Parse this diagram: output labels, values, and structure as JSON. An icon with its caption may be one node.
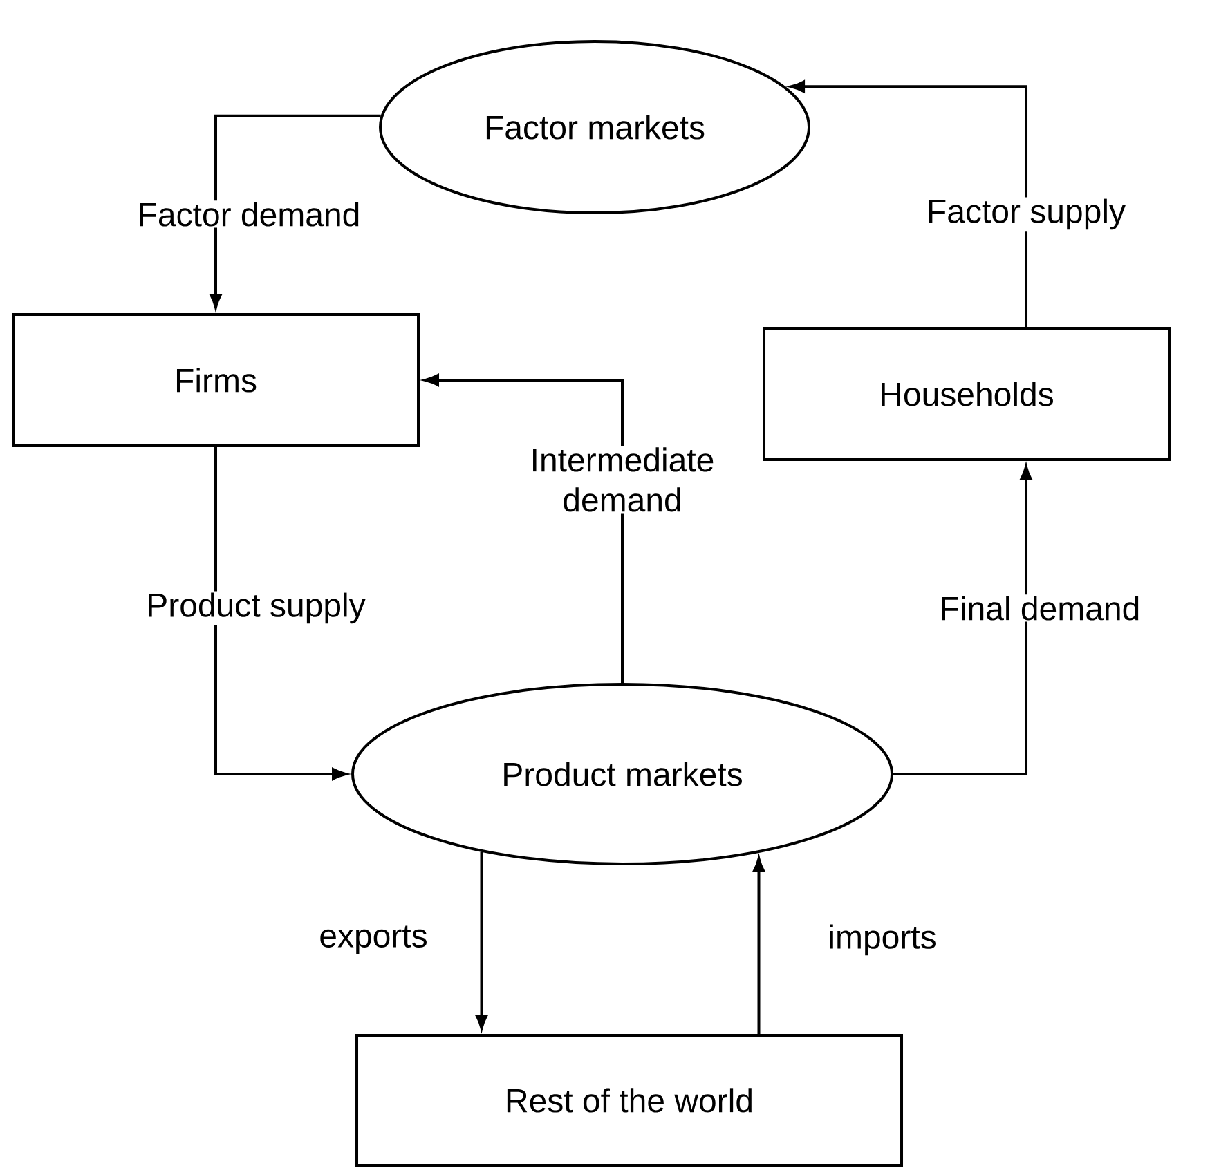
{
  "diagram": {
    "nodes": [
      {
        "text": [
          "Factor markets"
        ]
      },
      {
        "text": [
          "Firms"
        ]
      },
      {
        "text": [
          "Households"
        ]
      },
      {
        "text": [
          "Product markets"
        ]
      },
      {
        "text": [
          "Rest of the world"
        ]
      }
    ],
    "edges": [
      {
        "from": 0,
        "to": 1,
        "arrow": "to",
        "label": "Factor demand"
      },
      {
        "from": 2,
        "to": 0,
        "arrow": "to",
        "label": "Factor supply"
      },
      {
        "from": 3,
        "to": 1,
        "arrow": "to",
        "label": "Intermediate demand"
      },
      {
        "from": 1,
        "to": 3,
        "arrow": "to",
        "label": "Product supply"
      },
      {
        "from": 3,
        "to": 2,
        "arrow": "to",
        "label": "Final demand"
      },
      {
        "from": 3,
        "to": 4,
        "arrow": "to",
        "label": "exports"
      },
      {
        "from": 4,
        "to": 3,
        "arrow": "to",
        "label": "imports"
      }
    ]
  }
}
